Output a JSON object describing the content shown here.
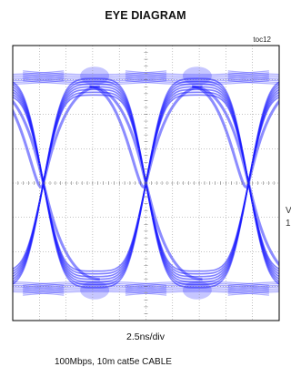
{
  "header": {
    "title": "EYE DIAGRAM",
    "toc_label": "toc12"
  },
  "chart_data": {
    "type": "line",
    "title": "EYE DIAGRAM",
    "x_scale_label": "2.5ns/div",
    "caption": "100Mbps, 10m cat5e CABLE",
    "grid": true,
    "grid_divisions": {
      "x": 10,
      "y": 8
    },
    "x_range_div": [
      0,
      10
    ],
    "y_range_div": [
      0,
      8
    ],
    "crossing_points_div": [
      1.15,
      5.0,
      8.85
    ],
    "levels_div": {
      "high": 1.2,
      "mid": 4.0,
      "low": 6.8
    },
    "right_edge_partial_text": [
      "V",
      "1"
    ],
    "trace_color": "#1a1aff"
  }
}
